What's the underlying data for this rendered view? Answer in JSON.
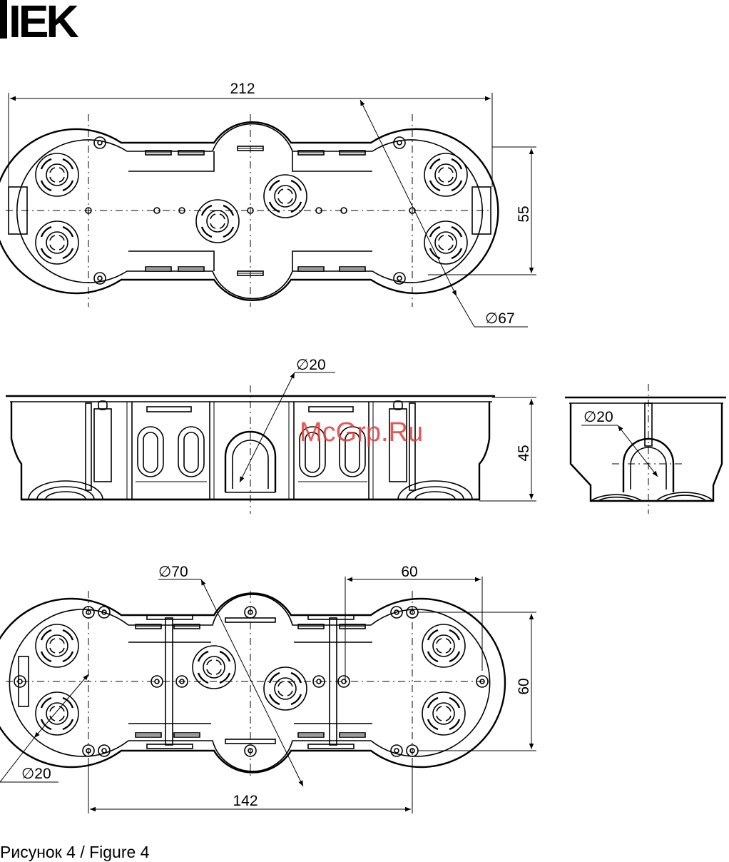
{
  "brand": {
    "logo_text": "IEK"
  },
  "watermark": {
    "text": "McGrp.Ru",
    "color": "#e23b3b"
  },
  "caption": "Рисунок 4 / Figure 4",
  "top_view": {
    "width_label": "212",
    "height_label": "55",
    "diameter_label": "∅67"
  },
  "front_view": {
    "hole_label": "∅20",
    "height_label": "45"
  },
  "side_view": {
    "hole_label": "∅20"
  },
  "bottom_view": {
    "outer_diameter_label": "∅70",
    "pitch_label": "60",
    "height_label": "60",
    "hole_label": "∅20",
    "span_label": "142"
  }
}
